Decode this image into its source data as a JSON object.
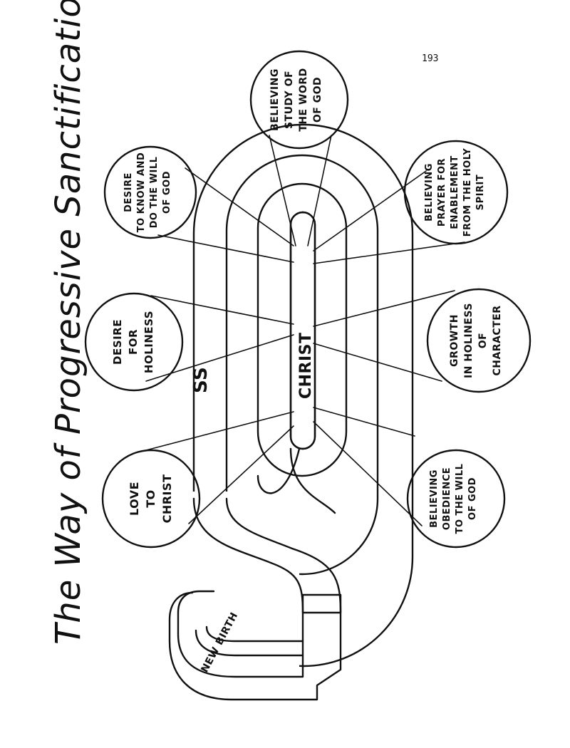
{
  "page_number": "193",
  "title": "The Way of Progressive Sanctification",
  "center_label": "CHRIST",
  "new_birth_label": "NEW BIRTH",
  "ss_label": "SS",
  "circles": {
    "love_to_christ": [
      "LOVE",
      "TO",
      "CHRIST"
    ],
    "desire_for_holiness": [
      "DESIRE",
      "FOR",
      "HOLINESS"
    ],
    "desire_to_know": [
      "DESIRE",
      "TO KNOW AND",
      "DO THE WILL",
      "OF GOD"
    ],
    "study_word": [
      "BELIEVING",
      "STUDY OF",
      "THE WORD",
      "OF GOD"
    ],
    "prayer": [
      "BELIEVING",
      "PRAYER FOR",
      "ENABLEMENT",
      "FROM THE HOLY",
      "SPIRIT"
    ],
    "growth": [
      "GROWTH",
      "IN HOLINESS",
      "OF",
      "CHARACTER"
    ],
    "obedience": [
      "BELIEVING",
      "OBEDIENCE",
      "TO THE WILL",
      "OF GOD"
    ]
  }
}
